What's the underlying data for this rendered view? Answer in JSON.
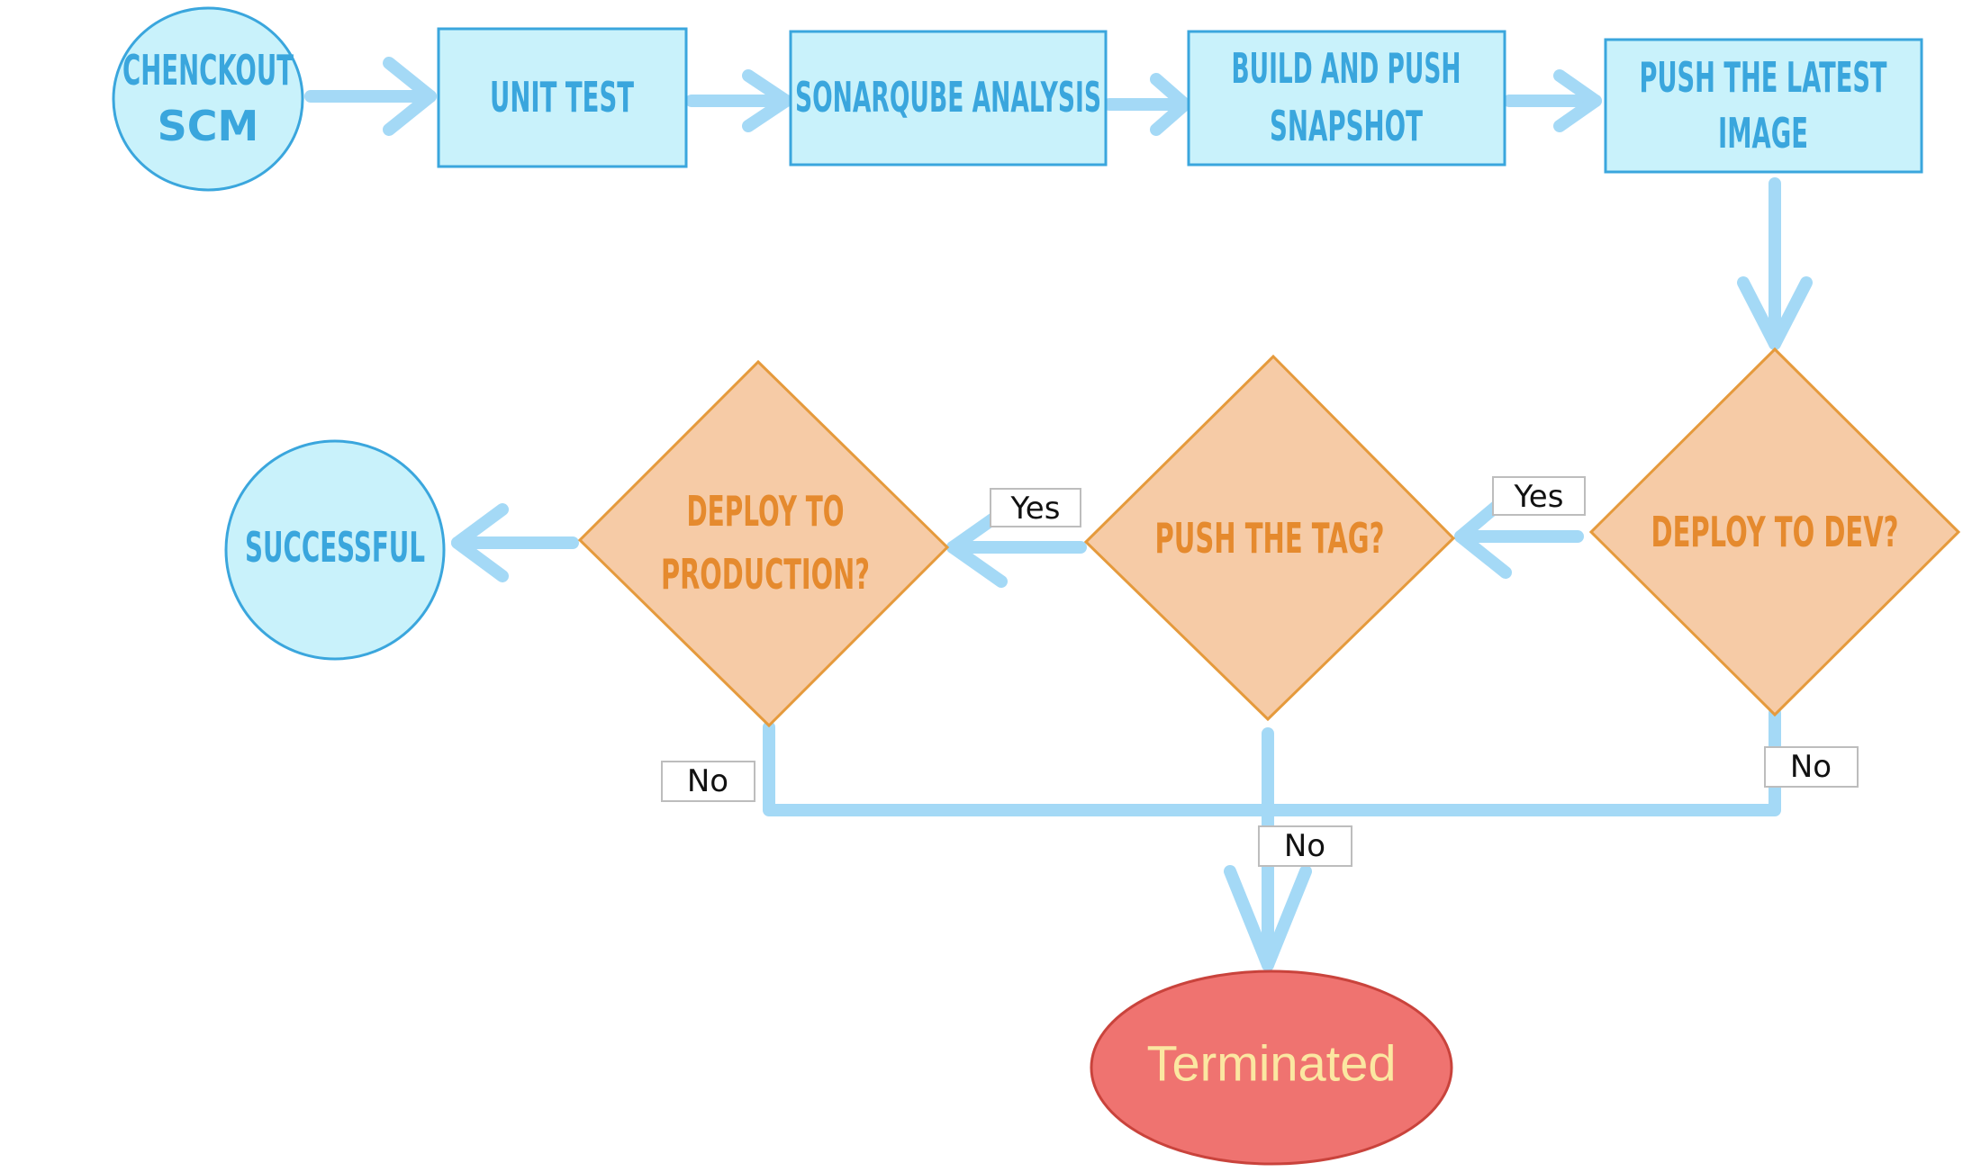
{
  "nodes": {
    "checkout": {
      "line1": "CHENCKOUT",
      "line2": "SCM"
    },
    "unit_test": {
      "line1": "UNIT TEST"
    },
    "sonarqube": {
      "line1": "SONARQUBE ANALYSIS"
    },
    "build_push": {
      "line1": "BUILD AND PUSH",
      "line2": "SNAPSHOT"
    },
    "push_latest": {
      "line1": "PUSH THE LATEST",
      "line2": "IMAGE"
    },
    "deploy_dev": {
      "line1": "DEPLOY TO DEV?"
    },
    "push_tag": {
      "line1": "PUSH THE TAG?"
    },
    "deploy_prod": {
      "line1": "DEPLOY TO",
      "line2": "PRODUCTION?"
    },
    "successful": {
      "line1": "SUCCESSFUL"
    },
    "terminated": {
      "line1": "Terminated"
    }
  },
  "edge_labels": {
    "dev_yes": "Yes",
    "tag_yes": "Yes",
    "prod_no": "No",
    "dev_no": "No",
    "tag_no": "No"
  },
  "colors": {
    "process_fill": "#c9f2fb",
    "process_stroke": "#3aa6dd",
    "decision_fill": "#f6cba6",
    "decision_stroke": "#e59a3c",
    "terminal_fill": "#ef7370",
    "connector": "#a4d9f6"
  }
}
